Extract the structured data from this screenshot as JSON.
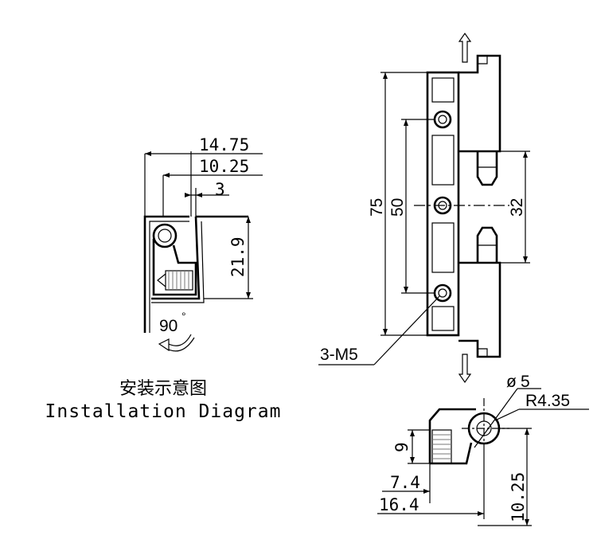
{
  "captions": {
    "chinese": "安装示意图",
    "english": "Installation Diagram"
  },
  "installation_view": {
    "dims": {
      "w1": "14.75",
      "w2": "10.25",
      "w3": "3",
      "height": "21.9",
      "angle": "90",
      "angle_unit": "°"
    }
  },
  "front_view": {
    "dims": {
      "overall": "75",
      "hole_spacing": "50",
      "pin_spacing": "32",
      "thread": "3-M5"
    }
  },
  "side_view": {
    "dims": {
      "diameter_sym": "ø",
      "diameter": "5",
      "radius": "R4.35",
      "thread_depth": "9",
      "offset": "7.4",
      "length": "16.4",
      "height": "10.25"
    }
  },
  "colors": {
    "line": "#000000",
    "hatch": "#777777"
  }
}
